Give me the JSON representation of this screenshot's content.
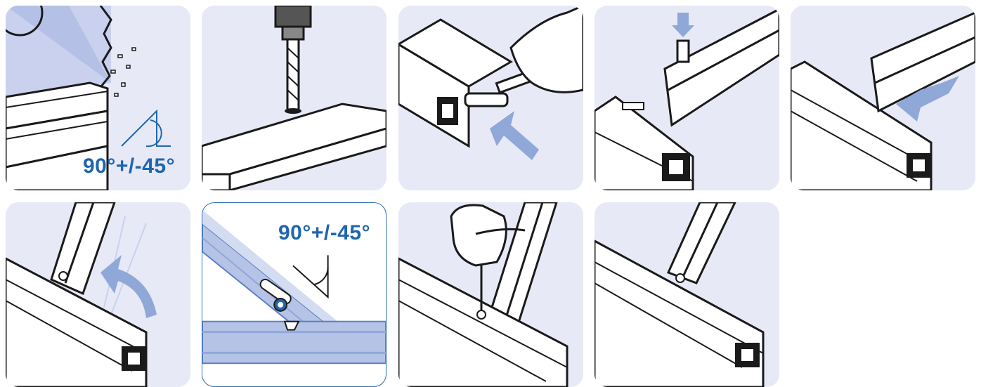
{
  "steps": [
    {
      "id": 1,
      "icon": "saw-cut-icon"
    },
    {
      "id": 2,
      "icon": "drill-icon"
    },
    {
      "id": 3,
      "icon": "tap-thread-icon"
    },
    {
      "id": 4,
      "icon": "insert-bolt-icon"
    },
    {
      "id": 5,
      "icon": "join-profiles-icon"
    },
    {
      "id": 6,
      "icon": "rotate-profile-icon"
    },
    {
      "id": 7,
      "icon": "angle-detail-icon"
    },
    {
      "id": 8,
      "icon": "tighten-screw-icon"
    },
    {
      "id": 9,
      "icon": "finished-joint-icon"
    }
  ],
  "labels": {
    "angle_1": "90°+/-45°",
    "angle_7": "90°+/-45°"
  },
  "colors": {
    "panel_bg": "#e7e9f6",
    "accent_blue": "#1f66ad",
    "arrow_blue": "#8fa8d8",
    "outline": "#1a1a1a"
  }
}
